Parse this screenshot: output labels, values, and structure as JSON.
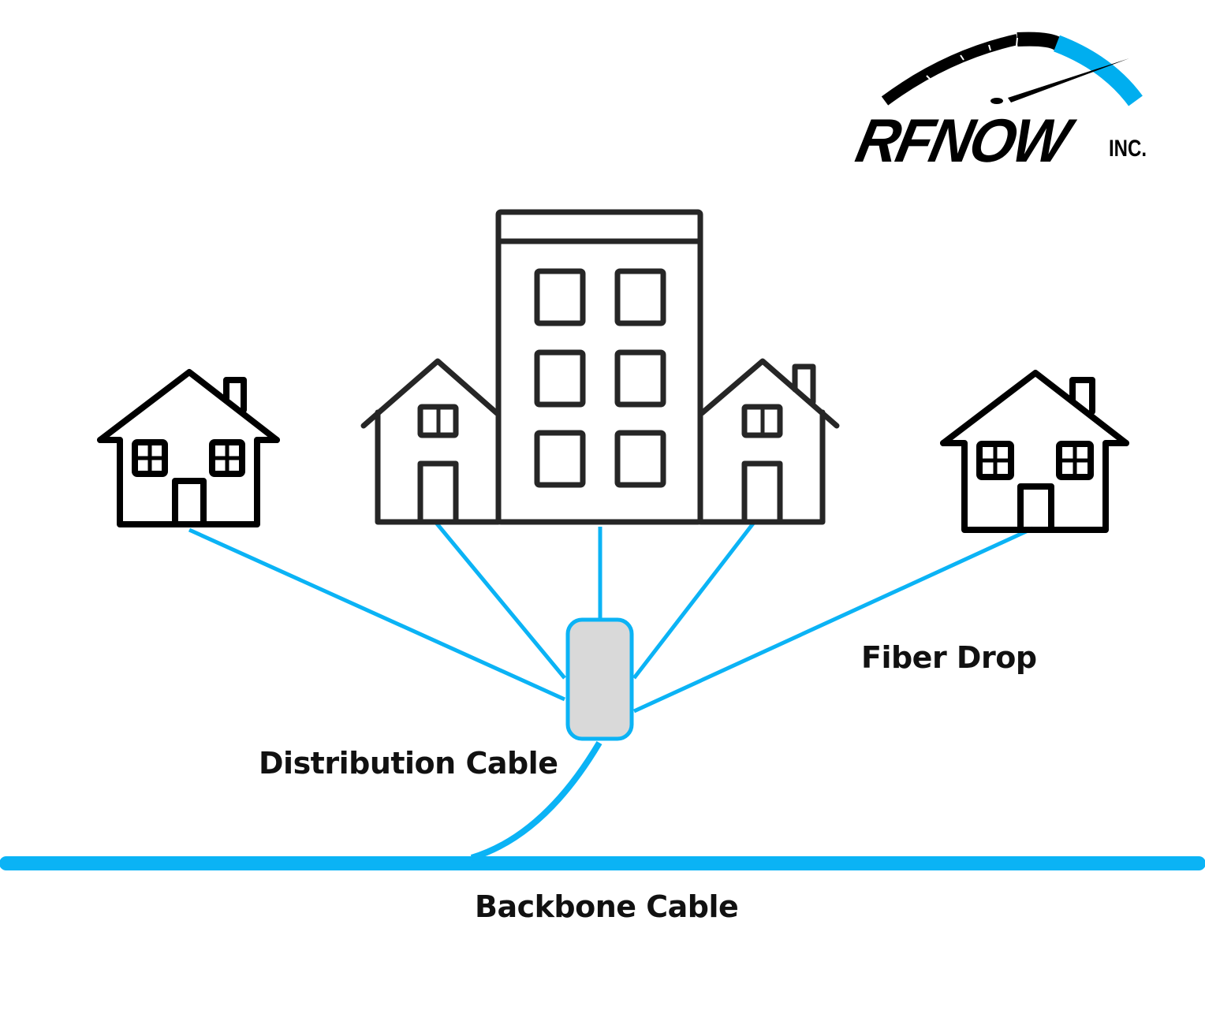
{
  "logo": {
    "name": "RFNOW",
    "suffix": "INC.",
    "accent_color": "#00AEEF"
  },
  "labels": {
    "fiber_drop": "Fiber Drop",
    "distribution_cable": "Distribution Cable",
    "backbone_cable": "Backbone Cable"
  },
  "colors": {
    "cable": "#0BB3F5",
    "outline_dark": "#000000",
    "outline_gray": "#262626",
    "terminal_fill": "#D9D9D9"
  },
  "buildings": [
    {
      "type": "house",
      "id": "house-far-left"
    },
    {
      "type": "house-small",
      "id": "house-mid-left"
    },
    {
      "type": "apartment",
      "id": "apartment-building"
    },
    {
      "type": "house-small",
      "id": "house-mid-right"
    },
    {
      "type": "house",
      "id": "house-far-right"
    }
  ]
}
